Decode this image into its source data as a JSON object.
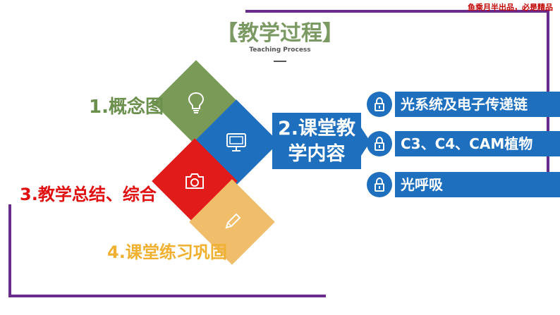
{
  "watermark": "鱼乘月半出品，必是精品",
  "header": {
    "title": "【教学过程】",
    "subtitle": "Teaching Process"
  },
  "diamonds": [
    {
      "label": "1.概念图",
      "icon": "lightbulb-icon",
      "color": "#7a9b58"
    },
    {
      "label": "2.课堂教学内容",
      "icon": "monitor-icon",
      "color": "#1f6fbf"
    },
    {
      "label": "3.教学总结、综合",
      "icon": "camera-icon",
      "color": "#e11a1a"
    },
    {
      "label": "4.课堂练习巩固",
      "icon": "pencil-icon",
      "color": "#f0bd6a"
    }
  ],
  "content": {
    "line1": "2.课堂教",
    "line2": "学内容",
    "items": [
      {
        "label": "光系统及电子传递链",
        "icon": "lock-icon"
      },
      {
        "label": "C3、C4、CAM植物",
        "icon": "lock-icon"
      },
      {
        "label": "光呼吸",
        "icon": "lock-icon"
      }
    ]
  },
  "colors": {
    "frame": "#6a2c8c",
    "accent_blue": "#1f6fbf",
    "title_green": "#7b9a63"
  }
}
